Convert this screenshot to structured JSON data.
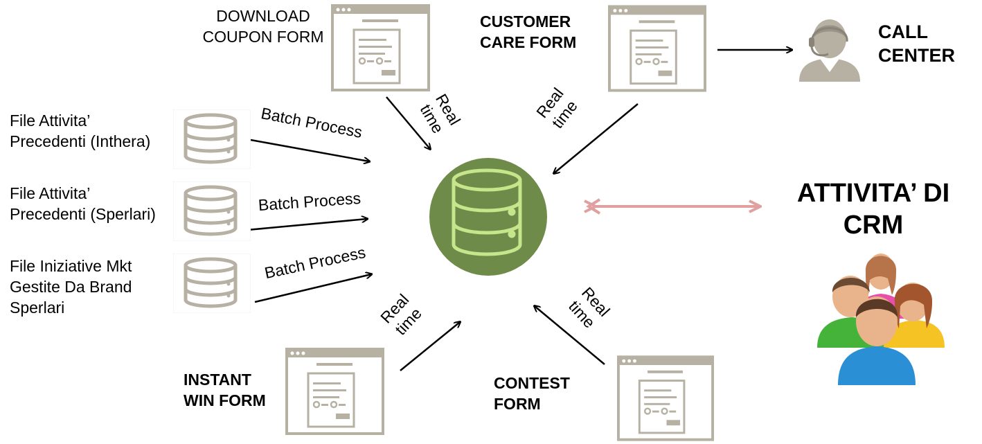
{
  "forms": {
    "download_coupon": "DOWNLOAD\nCOUPON FORM",
    "customer_care": "CUSTOMER\nCARE FORM",
    "instant_win": "INSTANT\nWIN FORM",
    "contest": "CONTEST\nFORM"
  },
  "call_center": "CALL\nCENTER",
  "crm": "ATTIVITA’ DI\nCRM",
  "sources": [
    "File Attivita’\nPrecedenti (Inthera)",
    "File Attivita’\nPrecedenti (Sperlari)",
    "File Iniziative Mkt\nGestite Da Brand\nSperlari"
  ],
  "edge_labels": {
    "batch": "Batch Process",
    "realtime": "Real\ntime"
  },
  "colors": {
    "hub_fill": "#6e8b4a",
    "hub_icon": "#c7e58a",
    "icon_gray": "#b7b1a3",
    "bidirectional_arrow": "#e0a0a0"
  },
  "icons": {
    "hub": "database-icon",
    "forms": "form-window-icon",
    "sources": "database-icon",
    "call_center": "call-center-operator-icon",
    "crm": "people-group-icon"
  }
}
